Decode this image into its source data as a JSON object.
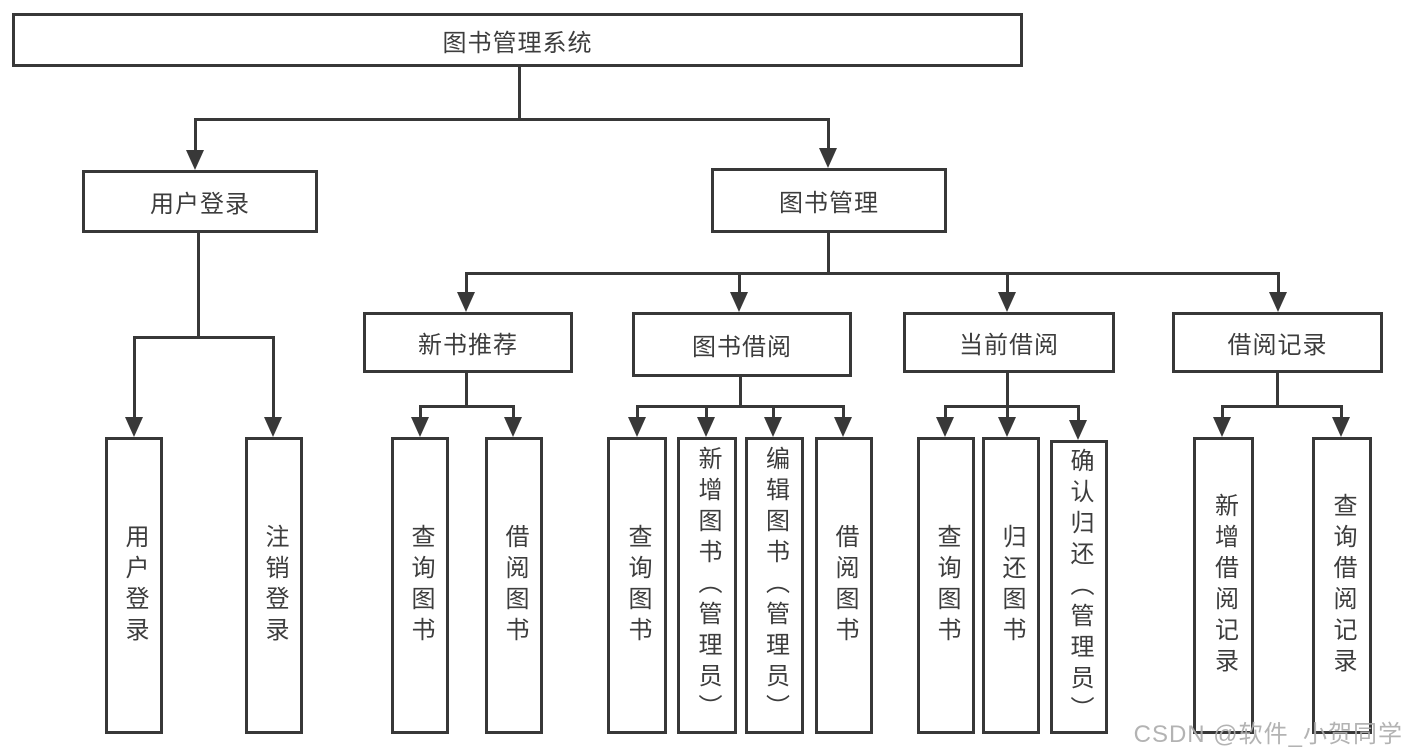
{
  "diagram": {
    "title": "图书管理系统",
    "tree": {
      "root": {
        "label": "图书管理系统"
      },
      "branches": [
        {
          "label": "用户登录",
          "children": [
            {
              "label": "用户登录"
            },
            {
              "label": "注销登录"
            }
          ]
        },
        {
          "label": "图书管理",
          "children": [
            {
              "label": "新书推荐",
              "children": [
                {
                  "label": "查询图书"
                },
                {
                  "label": "借阅图书"
                }
              ]
            },
            {
              "label": "图书借阅",
              "children": [
                {
                  "label": "查询图书"
                },
                {
                  "label": "新增图书（管理员）"
                },
                {
                  "label": "编辑图书（管理员）"
                },
                {
                  "label": "借阅图书"
                }
              ]
            },
            {
              "label": "当前借阅",
              "children": [
                {
                  "label": "查询图书"
                },
                {
                  "label": "归还图书"
                },
                {
                  "label": "确认归还（管理员）"
                }
              ]
            },
            {
              "label": "借阅记录",
              "children": [
                {
                  "label": "新增借阅记录"
                },
                {
                  "label": "查询借阅记录"
                }
              ]
            }
          ]
        }
      ]
    },
    "colors": {
      "line": "#383838",
      "box_border": "#383838",
      "text": "#3d3d3d",
      "background": "#ffffff",
      "watermark": "#acacac"
    },
    "watermark": "CSDN @软件_小贺同学"
  }
}
